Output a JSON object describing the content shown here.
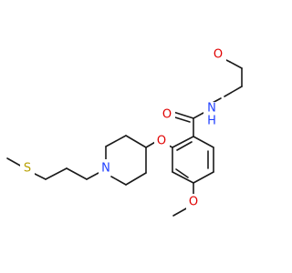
{
  "molecule": {
    "atoms": {
      "ether_o_top": {
        "symbol": "O",
        "color": "#e00000"
      },
      "amide_o": {
        "symbol": "O",
        "color": "#e00000"
      },
      "amide_n": {
        "symbol": "N",
        "h": "H",
        "color": "#2040ff"
      },
      "aryl_ether_o": {
        "symbol": "O",
        "color": "#e00000"
      },
      "piperidine_n": {
        "symbol": "N",
        "color": "#2040ff"
      },
      "thioether_s": {
        "symbol": "S",
        "color": "#b8a000"
      },
      "methoxy_o": {
        "symbol": "O",
        "color": "#e00000"
      }
    }
  }
}
